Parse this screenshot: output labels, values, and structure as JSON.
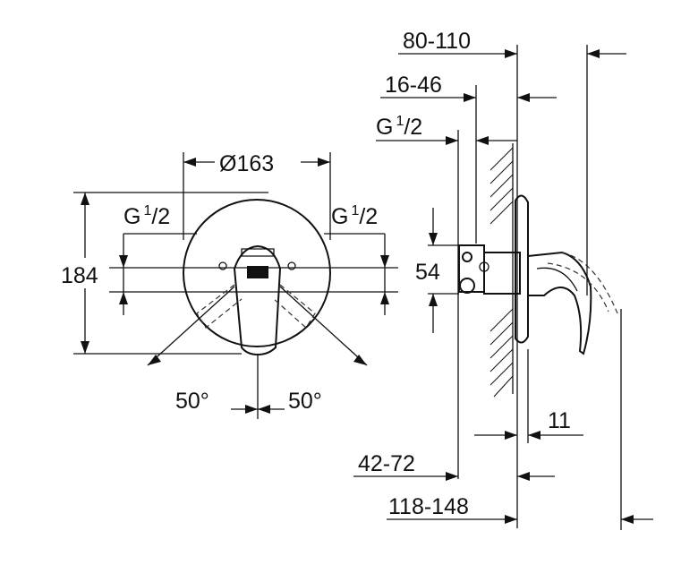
{
  "front_view": {
    "diameter": "Ø163",
    "height": "184",
    "thread_left": {
      "base": "G",
      "sup": "1",
      "sub": "/2"
    },
    "thread_right": {
      "base": "G",
      "sup": "1",
      "sub": "/2"
    },
    "angle_left": "50°",
    "angle_right": "50°"
  },
  "side_view": {
    "dim_total": "80-110",
    "dim_depth": "16-46",
    "thread": {
      "base": "G",
      "sup": "1",
      "sub": "/2"
    },
    "dim_height": "54",
    "dim_plate": "11",
    "dim_install": "42-72",
    "dim_overall": "118-148"
  }
}
